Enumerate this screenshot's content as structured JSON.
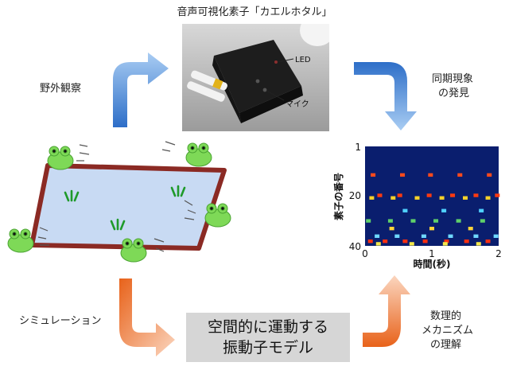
{
  "title": "音声可視化素子「カエルホタル」",
  "labels": {
    "field_observation": "野外観察",
    "discovery_line1": "同期現象",
    "discovery_line2": "の発見",
    "simulation": "シミュレーション",
    "mechanism_line1": "数理的",
    "mechanism_line2": "メカニズム",
    "mechanism_line3": "の理解"
  },
  "photo_labels": {
    "led": "LED",
    "mic": "マイク"
  },
  "model_box": {
    "line1": "空間的に運動する",
    "line2": "振動子モデル"
  },
  "colors": {
    "arrow_blue": "#4f8fd6",
    "arrow_orange": "#ee7a2e",
    "frame": "#8b2a24",
    "pond": "#c8daf3",
    "frog": "#7ed957"
  },
  "chart_data": {
    "type": "heatmap",
    "xlabel": "時間(秒)",
    "ylabel": "素子の番号",
    "x_ticks": [
      "0",
      "1",
      "2"
    ],
    "y_ticks": [
      "1",
      "20",
      "40"
    ],
    "xlim": [
      0,
      2
    ],
    "ylim": [
      1,
      40
    ],
    "events": [
      {
        "row": 12,
        "times": [
          0.12,
          0.56,
          0.98,
          1.42,
          1.86
        ],
        "color": "#ff4a1c"
      },
      {
        "row": 20,
        "times": [
          0.22,
          0.52,
          0.96,
          1.31,
          1.66,
          1.98
        ],
        "color": "#ff3a10"
      },
      {
        "row": 21,
        "times": [
          0.1,
          0.42,
          0.78,
          1.15,
          1.5,
          1.84
        ],
        "color": "#f6d12a"
      },
      {
        "row": 26,
        "times": [
          0.6,
          1.18,
          1.74
        ],
        "color": "#4fd0ff"
      },
      {
        "row": 30,
        "times": [
          0.05,
          0.38,
          0.72,
          1.06,
          1.4,
          1.76
        ],
        "color": "#5fd06a"
      },
      {
        "row": 33,
        "times": [
          0.4,
          1.0,
          1.58
        ],
        "color": "#ffd43a"
      },
      {
        "row": 36,
        "times": [
          0.18,
          0.48,
          0.88,
          1.28,
          1.66,
          1.96
        ],
        "color": "#6fd8ff"
      },
      {
        "row": 38,
        "times": [
          0.08,
          0.3,
          0.6,
          0.9,
          1.22,
          1.52,
          1.84
        ],
        "color": "#ff3010"
      },
      {
        "row": 39,
        "times": [
          0.2,
          0.7,
          1.2,
          1.7
        ],
        "color": "#f4e84a"
      }
    ]
  }
}
